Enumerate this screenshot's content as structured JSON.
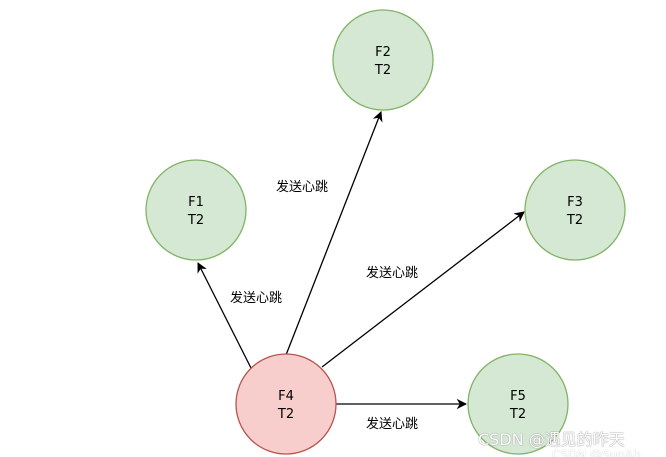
{
  "colors": {
    "follower_fill": "#d5e8d4",
    "follower_stroke": "#82b366",
    "leader_fill": "#f8cecc",
    "leader_stroke": "#b85450",
    "edge": "#000000"
  },
  "nodes": {
    "f1": {
      "line1": "F1",
      "line2": "T2"
    },
    "f2": {
      "line1": "F2",
      "line2": "T2"
    },
    "f3": {
      "line1": "F3",
      "line2": "T2"
    },
    "f4": {
      "line1": "F4",
      "line2": "T2"
    },
    "f5": {
      "line1": "F5",
      "line2": "T2"
    }
  },
  "edges": {
    "to_f1": {
      "label": "发送心跳"
    },
    "to_f2": {
      "label": "发送心跳"
    },
    "to_f3": {
      "label": "发送心跳"
    },
    "to_f5": {
      "label": "发送心跳"
    }
  },
  "watermark": {
    "text": "CSDN @遇见的昨天",
    "subtext": "CSDN @SunAh"
  }
}
